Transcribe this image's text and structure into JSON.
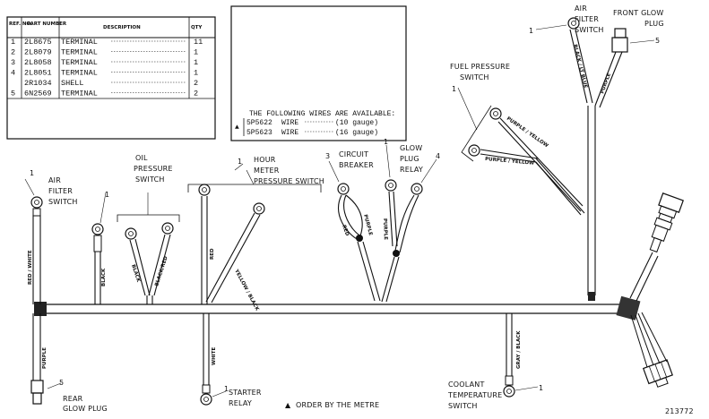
{
  "parts_table": {
    "headers": {
      "ref": "REF. NO.",
      "part": "PART NUMBER",
      "desc": "DESCRIPTION",
      "qty": "QTY"
    },
    "rows": [
      {
        "ref": "1",
        "part": "2L8675",
        "desc": "TERMINAL",
        "qty": "11"
      },
      {
        "ref": "2",
        "part": "2L8079",
        "desc": "TERMINAL",
        "qty": "1"
      },
      {
        "ref": "3",
        "part": "2L8058",
        "desc": "TERMINAL",
        "qty": "1"
      },
      {
        "ref": "4",
        "part": "2L8051",
        "desc": "TERMINAL",
        "qty": "1"
      },
      {
        "ref": "",
        "part": "2R1034",
        "desc": "SHELL",
        "qty": "2"
      },
      {
        "ref": "5",
        "part": "6N2569",
        "desc": "TERMINAL",
        "qty": "2"
      }
    ]
  },
  "wire_note": {
    "heading": "THE FOLLOWING WIRES ARE AVAILABLE:",
    "rows": [
      {
        "part": "5P5622",
        "desc": "WIRE",
        "gauge": "(10 gauge)"
      },
      {
        "part": "5P5623",
        "desc": "WIRE",
        "gauge": "(16 gauge)"
      }
    ]
  },
  "labels": {
    "air_filter_switch_left": [
      "AIR",
      "FILTER",
      "SWITCH"
    ],
    "oil_pressure_switch": [
      "OIL",
      "PRESSURE",
      "SWITCH"
    ],
    "hour_meter": [
      "HOUR",
      "METER",
      "PRESSURE SWITCH"
    ],
    "circuit_breaker": [
      "CIRCUIT",
      "BREAKER"
    ],
    "glow_plug_relay": [
      "GLOW",
      "PLUG",
      "RELAY"
    ],
    "fuel_pressure_switch": [
      "FUEL PRESSURE",
      "SWITCH"
    ],
    "air_filter_switch_top": [
      "AIR",
      "FILTER",
      "SWITCH"
    ],
    "front_glow_plug": [
      "FRONT GLOW",
      "PLUG"
    ],
    "rear_glow_plug": [
      "REAR",
      "GLOW PLUG"
    ],
    "starter_relay": [
      "STARTER",
      "RELAY"
    ],
    "order_note": "ORDER BY THE METRE",
    "coolant_switch": [
      "COOLANT",
      "TEMPERATURE",
      "SWITCH"
    ],
    "figure_number": "213772"
  },
  "callouts": {
    "c_air_left": "1",
    "c_oil": "1",
    "c_hour": "1",
    "c_cb": "3",
    "c_glow_relay_a": "1",
    "c_glow_relay_b": "4",
    "c_fuel": "1",
    "c_air_top": "1",
    "c_front": "5",
    "c_rear": "5",
    "c_starter": "1",
    "c_coolant": "1"
  },
  "wire_colors": {
    "w_red_white": "RED / WHITE",
    "w_purple_left": "PURPLE",
    "w_black": "BLACK",
    "w_black2": "BLACK",
    "w_black_red": "BLACK/RED",
    "w_red_hm": "RED",
    "w_yellow_black": "YELLOW / BLACK",
    "w_white": "WHITE",
    "w_red_cb": "RED",
    "w_purple_cb": "PURPLE",
    "w_purple_gp": "PURPLE",
    "w_purple_yellow": "PURPLE / YELLOW",
    "w_purple_yellow2": "PURPLE / YELLOW",
    "w_black_lt_blue": "BLACK / LT BLUE",
    "w_purple_top": "PURPLE",
    "w_gray_black": "GRAY / BLACK"
  }
}
